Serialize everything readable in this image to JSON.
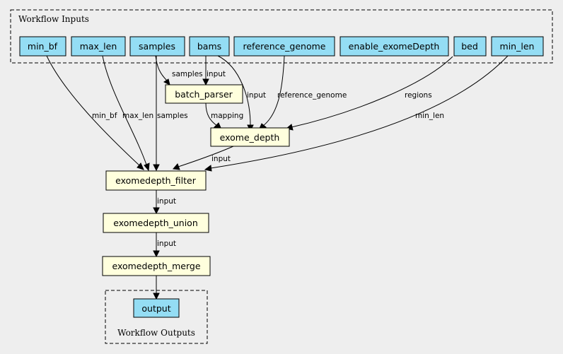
{
  "clusters": {
    "inputs_label": "Workflow Inputs",
    "outputs_label": "Workflow Outputs"
  },
  "inputs": {
    "min_bf": "min_bf",
    "max_len": "max_len",
    "samples": "samples",
    "bams": "bams",
    "reference_genome": "reference_genome",
    "enable_exomeDepth": "enable_exomeDepth",
    "bed": "bed",
    "min_len": "min_len"
  },
  "steps": {
    "batch_parser": "batch_parser",
    "exome_depth": "exome_depth",
    "exomedepth_filter": "exomedepth_filter",
    "exomedepth_union": "exomedepth_union",
    "exomedepth_merge": "exomedepth_merge"
  },
  "outputs": {
    "output": "output"
  },
  "edges": {
    "samples_to_batch_parser": "samples",
    "bams_to_batch_parser": "input",
    "bams_to_exome_depth": "input",
    "reference_genome_to_exome_depth": "reference_genome",
    "bed_to_exome_depth": "regions",
    "batch_parser_to_exome_depth": "mapping",
    "min_bf_to_filter": "min_bf",
    "max_len_to_filter": "max_len",
    "samples_to_filter": "samples",
    "min_len_to_filter": "min_len",
    "exome_depth_to_filter": "input",
    "filter_to_union": "input",
    "union_to_merge": "input"
  }
}
